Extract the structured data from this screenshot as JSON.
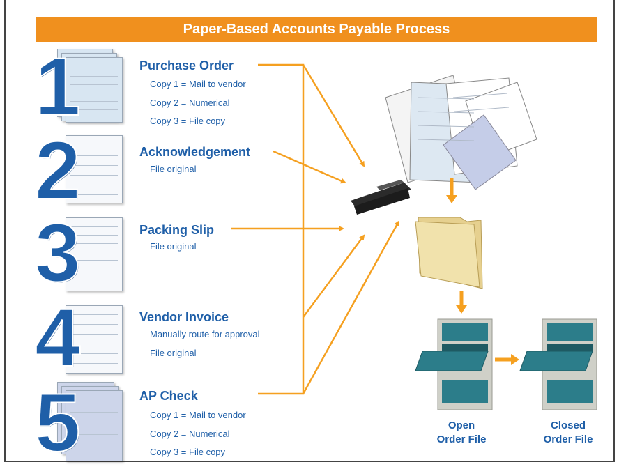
{
  "banner": {
    "title": "Paper-Based Accounts Payable Process"
  },
  "steps": [
    {
      "number": "1",
      "title": "Purchase Order",
      "lines": [
        "Copy 1 = Mail to vendor",
        "Copy 2 = Numerical",
        "Copy 3 = File copy"
      ]
    },
    {
      "number": "2",
      "title": "Acknowledgement",
      "lines": [
        "File original"
      ]
    },
    {
      "number": "3",
      "title": "Packing Slip",
      "lines": [
        "File original"
      ]
    },
    {
      "number": "4",
      "title": "Vendor Invoice",
      "lines": [
        "Manually route for approval",
        "File original"
      ]
    },
    {
      "number": "5",
      "title": "AP Check",
      "lines": [
        "Copy 1 = Mail to vendor",
        "Copy 2 = Numerical",
        "Copy 3 = File copy"
      ]
    }
  ],
  "cabinets": {
    "open": {
      "line1": "Open",
      "line2": "Order File"
    },
    "closed": {
      "line1": "Closed",
      "line2": "Order File"
    }
  },
  "colors": {
    "banner": "#f0901e",
    "text_blue": "#1f5fa8",
    "arrow": "#f5a020",
    "cabinet_drawer": "#2c7d8a"
  }
}
